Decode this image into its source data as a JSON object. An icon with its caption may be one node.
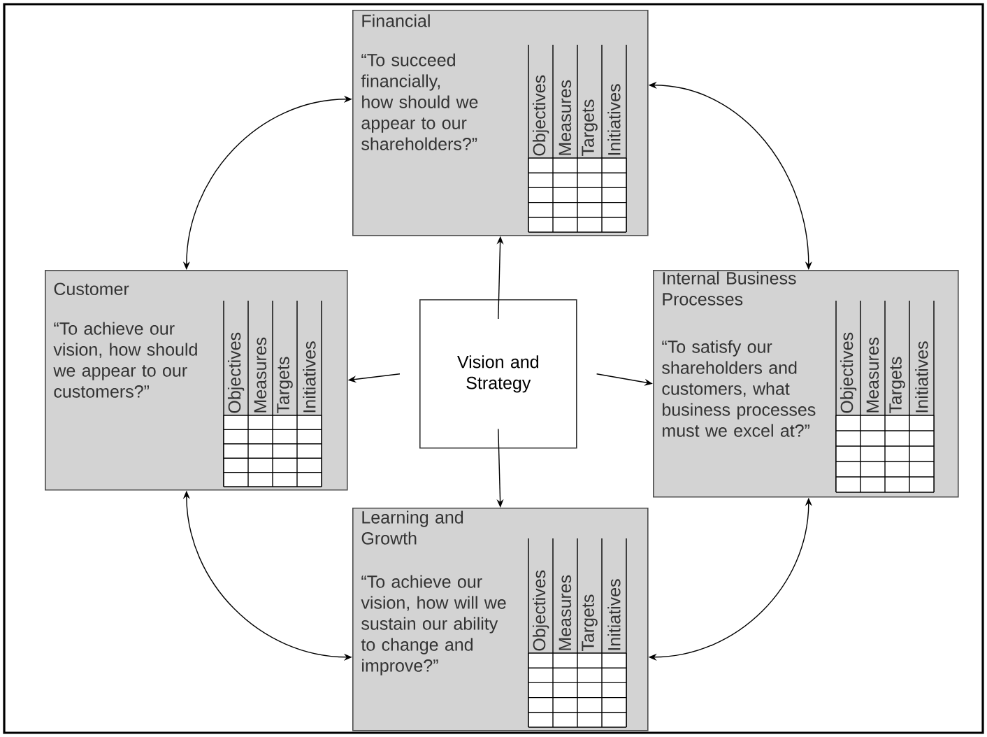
{
  "diagram": {
    "nodes": [
      {
        "text": [
          "Financial",
          "“To succeed financially, how should we appear to our shareholders?”",
          "Objectives",
          "Measures",
          "Targets",
          "Initiatives"
        ]
      },
      {
        "text": [
          "Customer",
          "“To achieve our vision, how should we appear to our customers?”",
          "Objectives",
          "Measures",
          "Targets",
          "Initiatives"
        ]
      },
      {
        "text": [
          "Vision and Strategy"
        ]
      },
      {
        "text": [
          "Internal Business Processes",
          "“To satisfy our shareholders and customers, what business processes must we excel at?”",
          "Objectives",
          "Measures",
          "Targets",
          "Initiatives"
        ]
      },
      {
        "text": [
          "Learning and Growth",
          "“To achieve our vision, how will we sustain our ability to change and improve?”",
          "Objectives",
          "Measures",
          "Targets",
          "Initiatives"
        ]
      }
    ],
    "edges": [
      {
        "from": 2,
        "to": 0,
        "arrow": "to"
      },
      {
        "from": 2,
        "to": 1,
        "arrow": "to"
      },
      {
        "from": 2,
        "to": 3,
        "arrow": "to"
      },
      {
        "from": 2,
        "to": 4,
        "arrow": "to"
      },
      {
        "from": 0,
        "to": 3,
        "arrow": "both"
      },
      {
        "from": 0,
        "to": 1,
        "arrow": "both"
      },
      {
        "from": 1,
        "to": 4,
        "arrow": "both"
      },
      {
        "from": 4,
        "to": 3,
        "arrow": "both"
      }
    ]
  }
}
